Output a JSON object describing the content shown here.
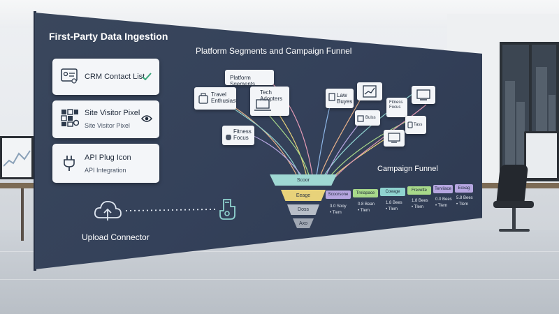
{
  "ingestion": {
    "title": "First-Party Data Ingestion",
    "sources": [
      {
        "label": "CRM Contact List",
        "sub": "",
        "icon": "contact-card-icon",
        "status_icon": "checkmark-icon"
      },
      {
        "label": "Site Visitor Pixel",
        "sub": "Site Visitor Pixel",
        "icon": "pixel-grid-icon",
        "status_icon": "eye-icon"
      },
      {
        "label": "API Plug Icon",
        "sub": "API Integration",
        "icon": "plug-icon",
        "status_icon": ""
      }
    ],
    "upload_label": "Upload Connector"
  },
  "segments": {
    "title": "Platform Segments and Campaign Funnel",
    "cards": [
      {
        "label": "Platform Sgements"
      },
      {
        "label": "Travel Enthusiasts"
      },
      {
        "label": "Tech Adopters"
      },
      {
        "label": "Fitness Focus"
      },
      {
        "label": "Law Buyes"
      },
      {
        "label": "Fitness Focus"
      },
      {
        "label": "Bulss"
      },
      {
        "label": "Tass"
      }
    ]
  },
  "funnel": {
    "title": "Campaign Funnel",
    "layers": [
      "Scoor",
      "Eeage",
      "Doss",
      "Axo"
    ],
    "stages": [
      {
        "label": "Scoorsone",
        "metric1": "3.0 Sooy",
        "metric2": "• Tiem"
      },
      {
        "label": "Trelapace",
        "metric1": "0.8 Bean",
        "metric2": "• Tlem"
      },
      {
        "label": "Coeage",
        "metric1": "1.8 Bees",
        "metric2": "• Tlem"
      },
      {
        "label": "Frevette",
        "metric1": "1.8 Bees",
        "metric2": "• Tlem"
      },
      {
        "label": "Tervilace",
        "metric1": "0.0 Bees",
        "metric2": "• Tlem"
      },
      {
        "label": "Eoxag",
        "metric1": "5.8 Bees",
        "metric2": "• Tlem"
      }
    ]
  },
  "colors": {
    "board": "#34415a",
    "card": "#f4f6f9",
    "accent_teal": "#8fd3cf",
    "accent_yellow": "#e8d27a",
    "accent_green": "#a8d98a",
    "accent_purple": "#b6a6e0",
    "check_green": "#3aa57a"
  }
}
